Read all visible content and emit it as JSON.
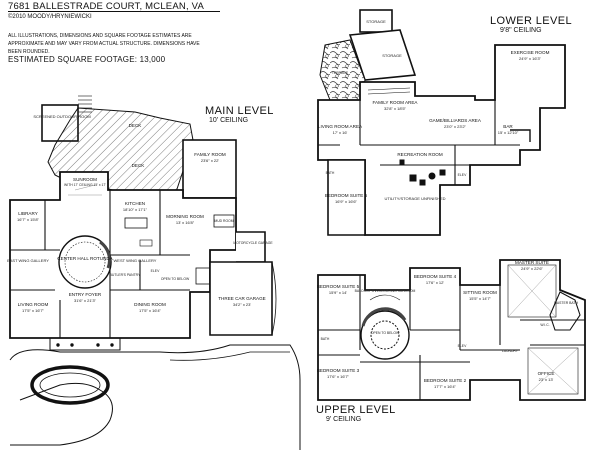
{
  "header": {
    "title": "7681 BALLESTRADE COURT, MCLEAN, VA",
    "copyright": "©2010 MOODY/HRYNIEWICKI",
    "disclaimer": "ALL ILLUSTRATIONS, DIMENSIONS AND SQUARE FOOTAGE ESTIMATES ARE APPROXIMATE AND MAY VARY FROM ACTUAL STRUCTURE. DIMENSIONS HAVE BEEN ROUNDED.",
    "square_footage": "ESTIMATED SQUARE FOOTAGE: 13,000"
  },
  "levels": {
    "main": {
      "name": "MAIN LEVEL",
      "ceiling": "10' CEILING",
      "rooms": [
        {
          "name": "SCREENED OUTDOOR ROOM",
          "size": ""
        },
        {
          "name": "DECK",
          "size": ""
        },
        {
          "name": "DECK",
          "size": ""
        },
        {
          "name": "FAMILY ROOM",
          "size": "23'6\" x 22'"
        },
        {
          "name": "SUNROOM",
          "size": "WITH 17' CEILING 15' x 17'"
        },
        {
          "name": "LIBRARY",
          "size": "16'7\" x 15'8\""
        },
        {
          "name": "KITCHEN",
          "size": "18'10\" x 17'1\""
        },
        {
          "name": "MORNING ROOM",
          "size": "13' x 16'8\""
        },
        {
          "name": "CENTER HALL ROTUNDA",
          "size": ""
        },
        {
          "name": "EAST WING GALLERY",
          "size": ""
        },
        {
          "name": "WEST WING GALLERY",
          "size": ""
        },
        {
          "name": "BUTLER'S PANTRY",
          "size": ""
        },
        {
          "name": "ENTRY FOYER",
          "size": "31'6\" x 21'3\""
        },
        {
          "name": "LIVING ROOM",
          "size": "17'5\" x 16'7\""
        },
        {
          "name": "DINING ROOM",
          "size": "17'5\" x 16'4\""
        },
        {
          "name": "MOTORCYCLE GARAGE",
          "size": ""
        },
        {
          "name": "THREE CAR GARAGE",
          "size": "34'2\" x 23'"
        },
        {
          "name": "MUD ROOM",
          "size": ""
        },
        {
          "name": "ELEV",
          "size": ""
        },
        {
          "name": "OPEN TO BELOW",
          "size": ""
        }
      ]
    },
    "lower": {
      "name": "LOWER LEVEL",
      "ceiling": "9'8\" CEILING",
      "rooms": [
        {
          "name": "STORAGE",
          "size": ""
        },
        {
          "name": "STORAGE",
          "size": ""
        },
        {
          "name": "TERRACE",
          "size": ""
        },
        {
          "name": "FAMILY ROOM AREA",
          "size": "32'8\" x 18'5\""
        },
        {
          "name": "EXERCISE ROOM",
          "size": "24'9\" x 16'3\""
        },
        {
          "name": "LIVING ROOM AREA",
          "size": "17' x 16'"
        },
        {
          "name": "GAME/BILLIARDS AREA",
          "size": "23'0\" x 23'2\""
        },
        {
          "name": "BAR",
          "size": "15' x 12'10\""
        },
        {
          "name": "RECREATION ROOM",
          "size": ""
        },
        {
          "name": "BEDROOM SUITE 6",
          "size": "16'9\" x 16'6\""
        },
        {
          "name": "UTILITY/STORAGE UNFINISHED",
          "size": ""
        },
        {
          "name": "BATH",
          "size": ""
        },
        {
          "name": "ELEV",
          "size": ""
        }
      ]
    },
    "upper": {
      "name": "UPPER LEVEL",
      "ceiling": "9' CEILING",
      "rooms": [
        {
          "name": "BEDROOM SUITE 5",
          "size": "15'9\" x 14'"
        },
        {
          "name": "BALCONY OVERLOOKING SUNROOM",
          "size": ""
        },
        {
          "name": "BEDROOM SUITE 4",
          "size": "17'6\" x 12'"
        },
        {
          "name": "SITTING ROOM",
          "size": "15'5\" x 14'7\""
        },
        {
          "name": "MASTER SUITE",
          "size": "24'9\" x 22'6\""
        },
        {
          "name": "MASTER BATH",
          "size": ""
        },
        {
          "name": "OPEN TO BELOW",
          "size": ""
        },
        {
          "name": "BEDROOM SUITE 3",
          "size": "17'6\" x 16'7\""
        },
        {
          "name": "BEDROOM SUITE 2",
          "size": "17'7\" x 16'4\""
        },
        {
          "name": "OFFICE",
          "size": "23' x 13'"
        },
        {
          "name": "LAUNDRY",
          "size": ""
        },
        {
          "name": "W.I.C.",
          "size": ""
        },
        {
          "name": "BATH",
          "size": ""
        },
        {
          "name": "ELEV",
          "size": ""
        }
      ]
    }
  }
}
